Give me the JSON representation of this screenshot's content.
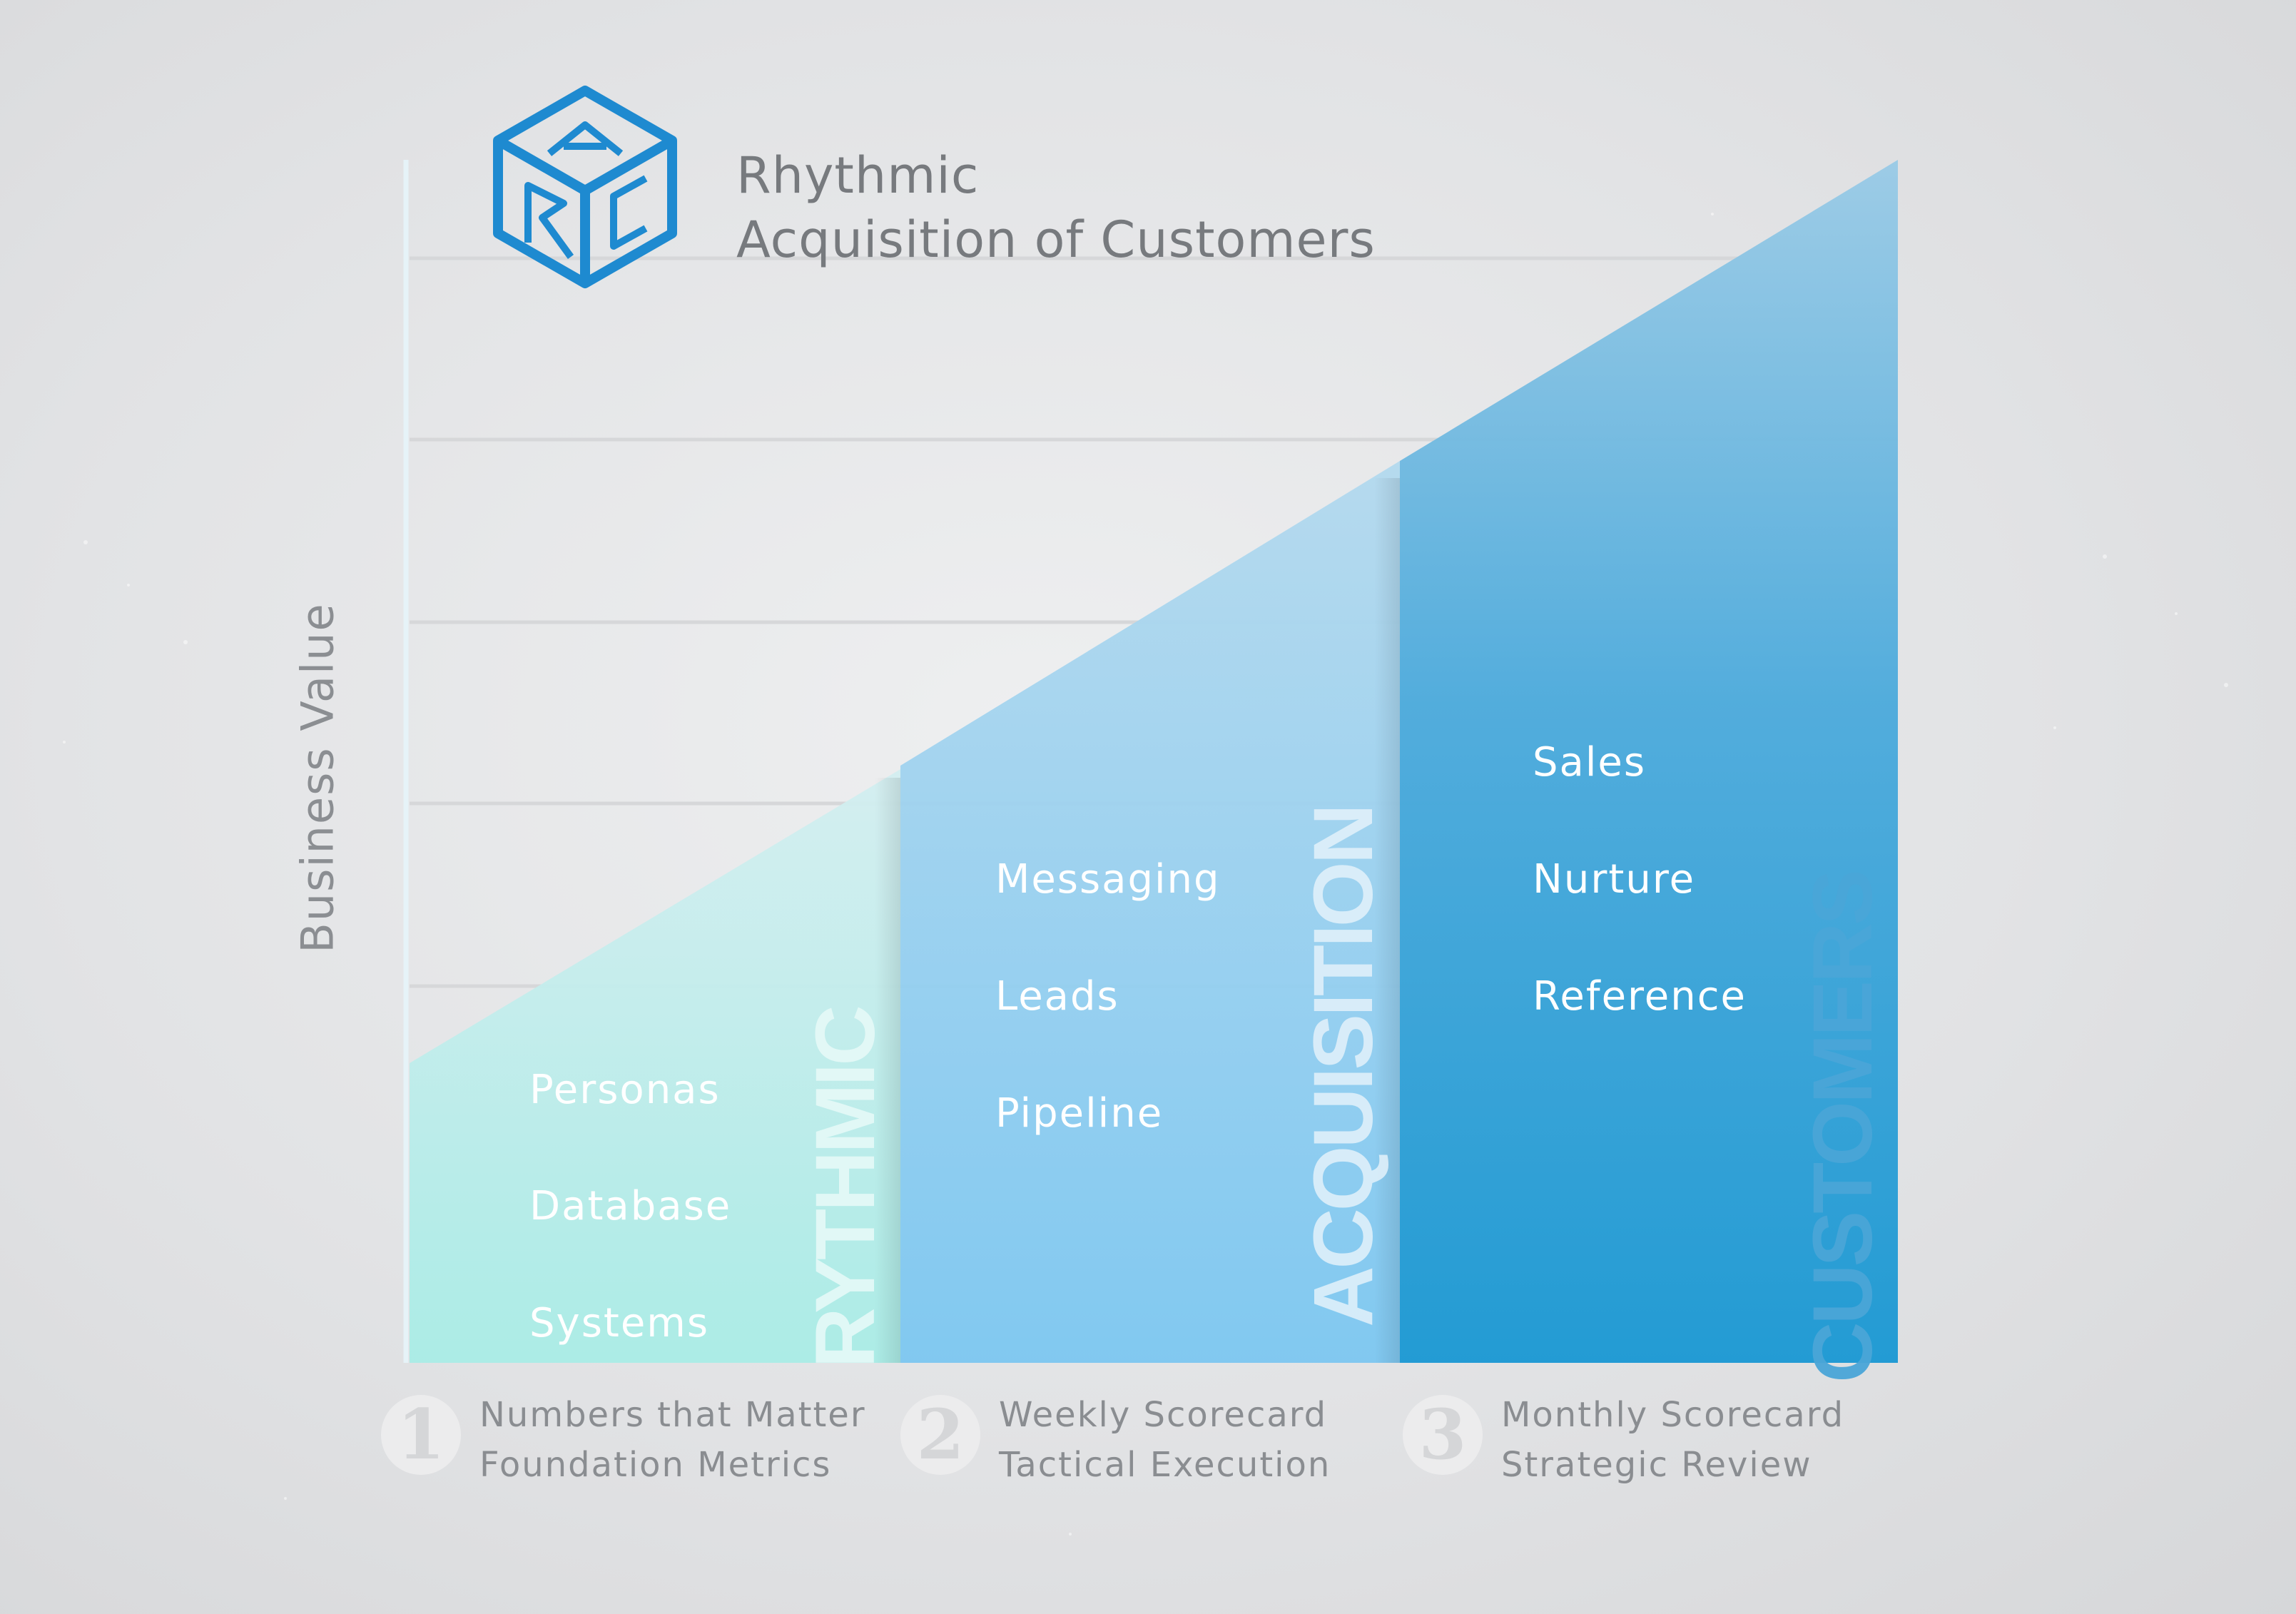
{
  "title": {
    "line1": "Rhythmic",
    "line2": "Acquisition of Customers"
  },
  "logo": {
    "letters": [
      "A",
      "R",
      "C"
    ],
    "color": "#1e8ad0"
  },
  "y_axis_label": "Business Value",
  "stages": [
    {
      "word": "RYTHMIC",
      "items": [
        "Personas",
        "Database",
        "Systems"
      ],
      "color_top": "#cbeef0",
      "color_bottom": "#a8ece8"
    },
    {
      "word": "ACQUISITION",
      "items": [
        "Messaging",
        "Leads",
        "Pipeline"
      ],
      "color_top": "#a6d3ee",
      "color_bottom": "#7cc6f0"
    },
    {
      "word": "CUSTOMERS",
      "items": [
        "Sales",
        "Nurture",
        "Reference"
      ],
      "color_top": "#5fb2de",
      "color_bottom": "#1f9ad4"
    }
  ],
  "steps": [
    {
      "number": "1",
      "line1": "Numbers that Matter",
      "line2": "Foundation Metrics"
    },
    {
      "number": "2",
      "line1": "Weekly Scorecard",
      "line2": "Tactical Execution"
    },
    {
      "number": "3",
      "line1": "Monthly Scorecard",
      "line2": "Strategic Review"
    }
  ]
}
